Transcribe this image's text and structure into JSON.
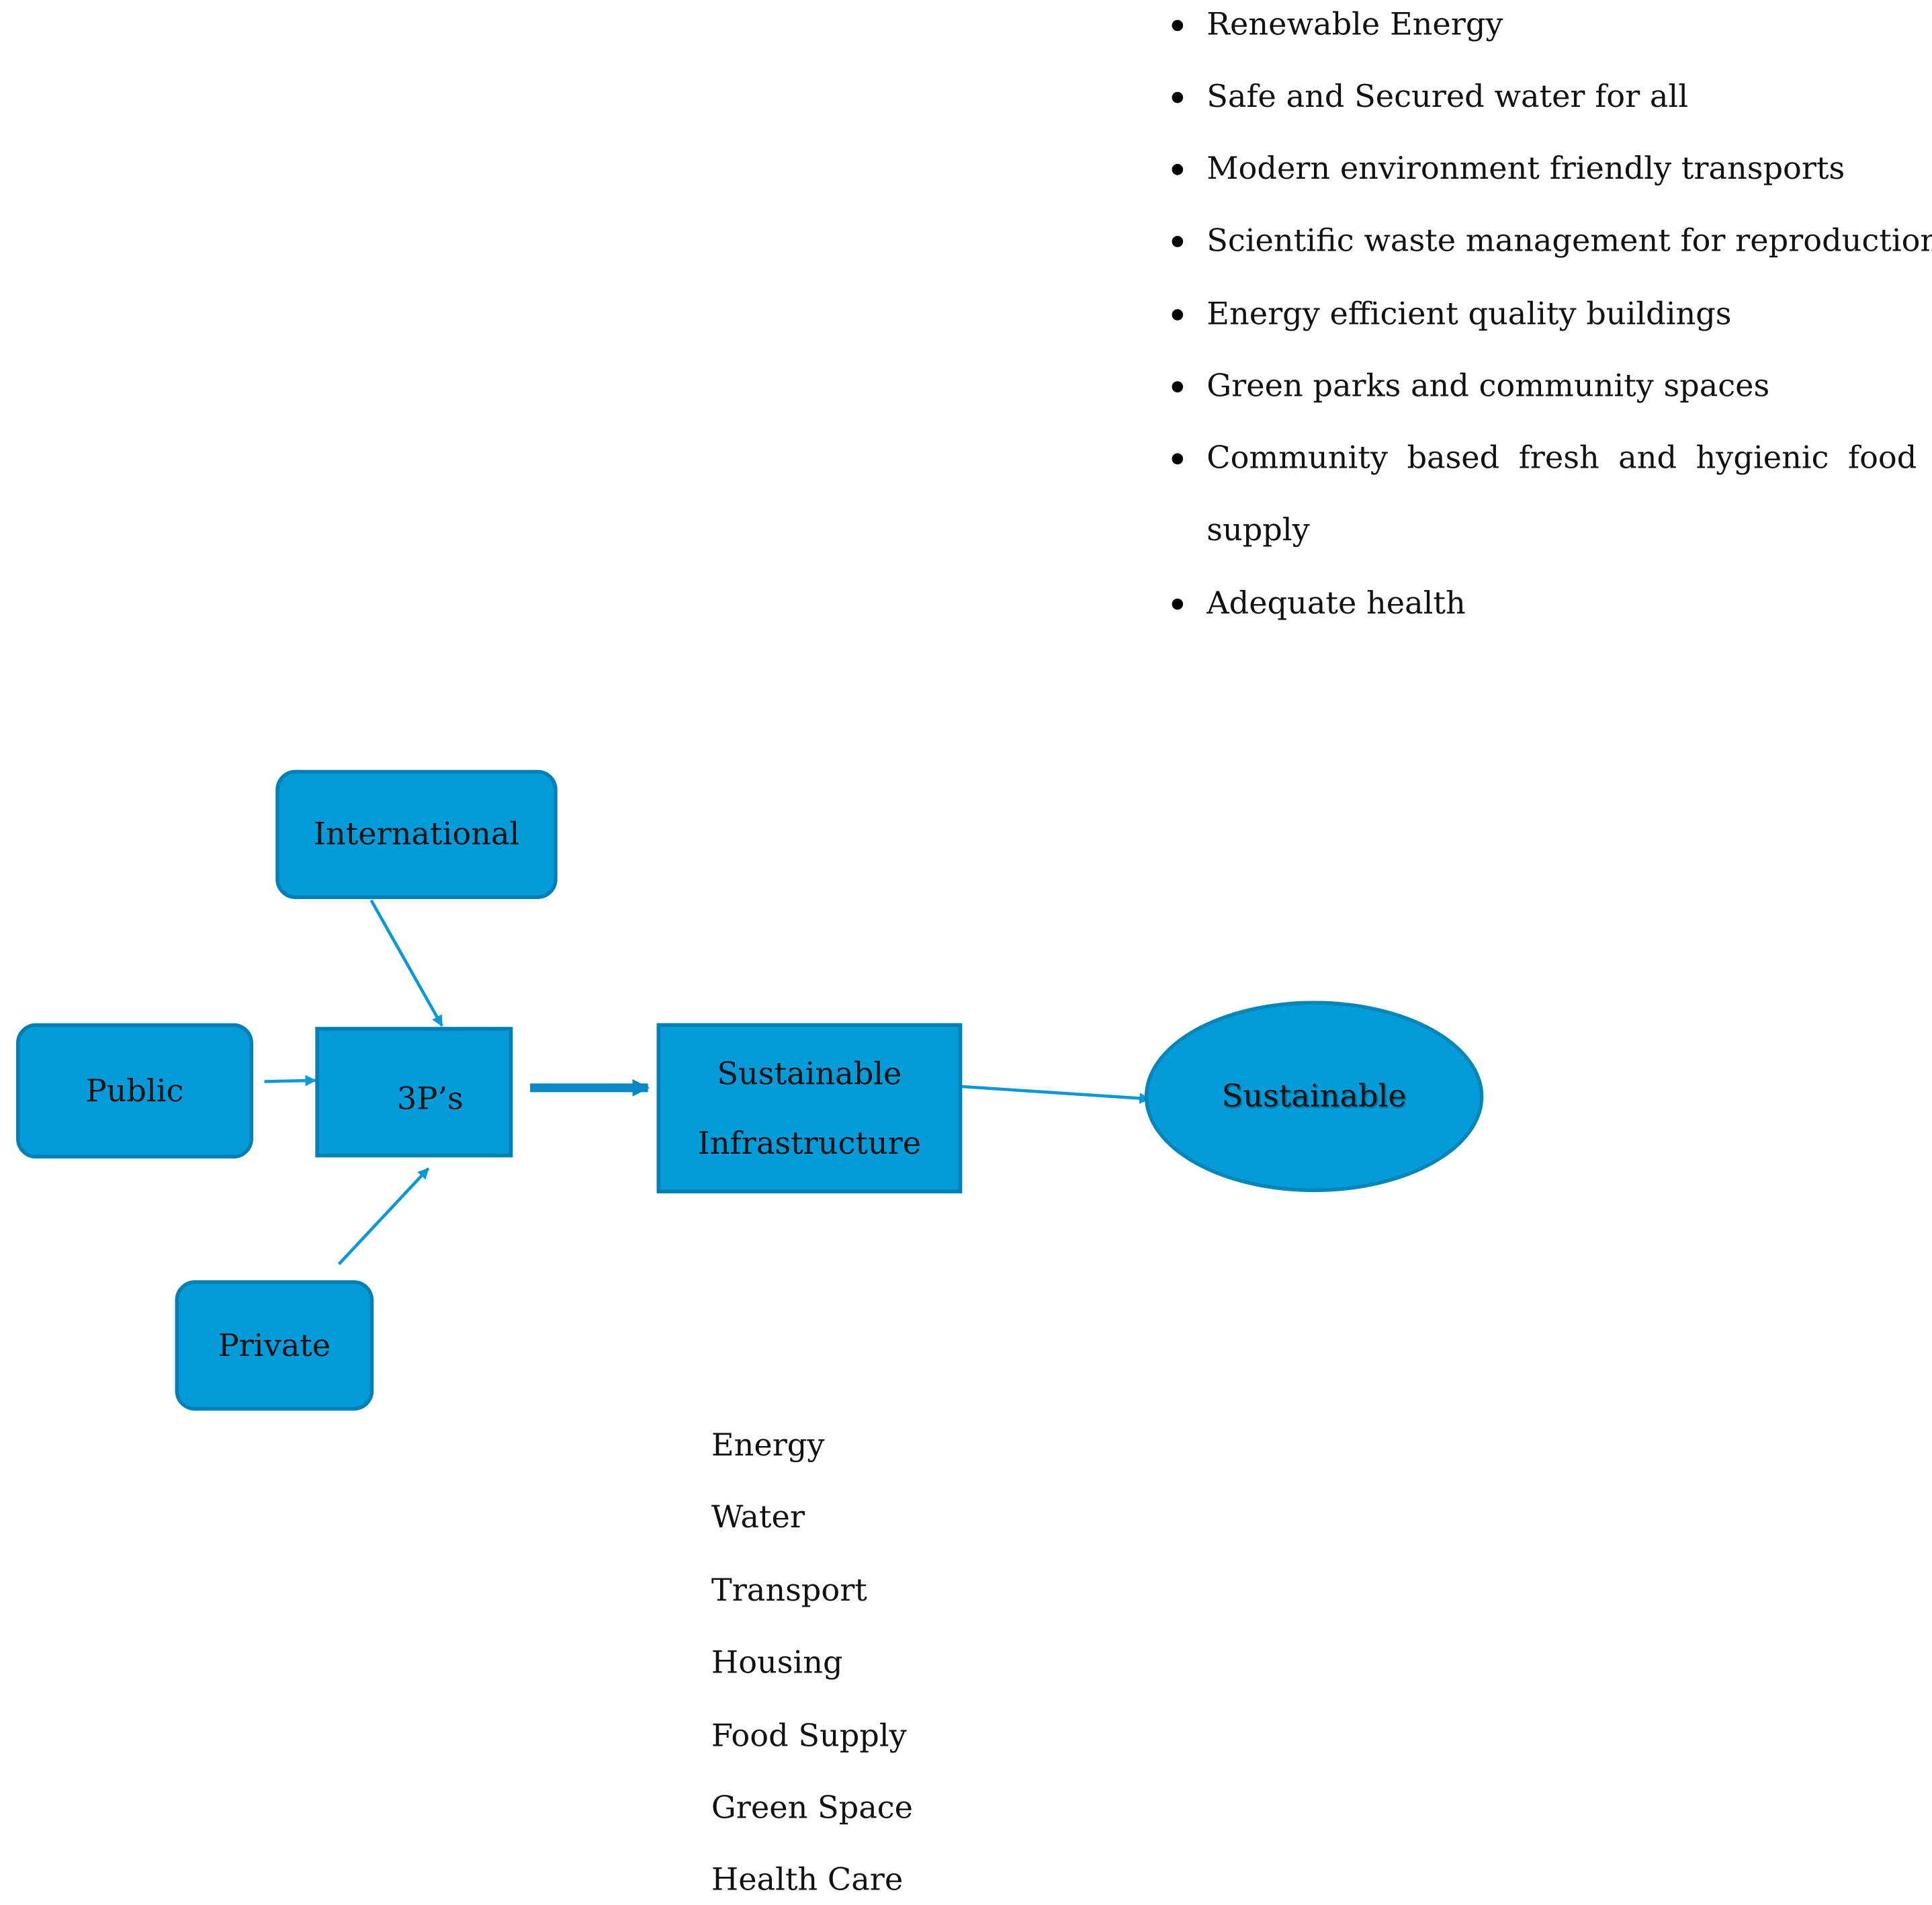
{
  "outcomes": [
    {
      "text": "Renewable Energy"
    },
    {
      "text": "Safe and Secured water for all"
    },
    {
      "text": "Modern environment friendly transports"
    },
    {
      "text": "Scientific waste management for reproduction"
    },
    {
      "text": "Energy efficient quality buildings"
    },
    {
      "text": "Green parks and community spaces"
    },
    {
      "text": "Community based fresh and hygienic food",
      "continuation": "supply"
    },
    {
      "text": "Adequate health"
    }
  ],
  "nodes": {
    "international": "International",
    "public": "Public",
    "private": "Private",
    "three_ps": "3P’s",
    "infrastructure_line1": "Sustainable",
    "infrastructure_line2": "Infrastructure",
    "outcome": "Sustainable"
  },
  "components": [
    "Energy",
    "Water",
    "Transport",
    "Housing",
    "Food Supply",
    "Green Space",
    "Health Care"
  ],
  "colors": {
    "node_fill": "#049bd8",
    "node_border": "#0280b4",
    "connector": "#0a98d6"
  }
}
